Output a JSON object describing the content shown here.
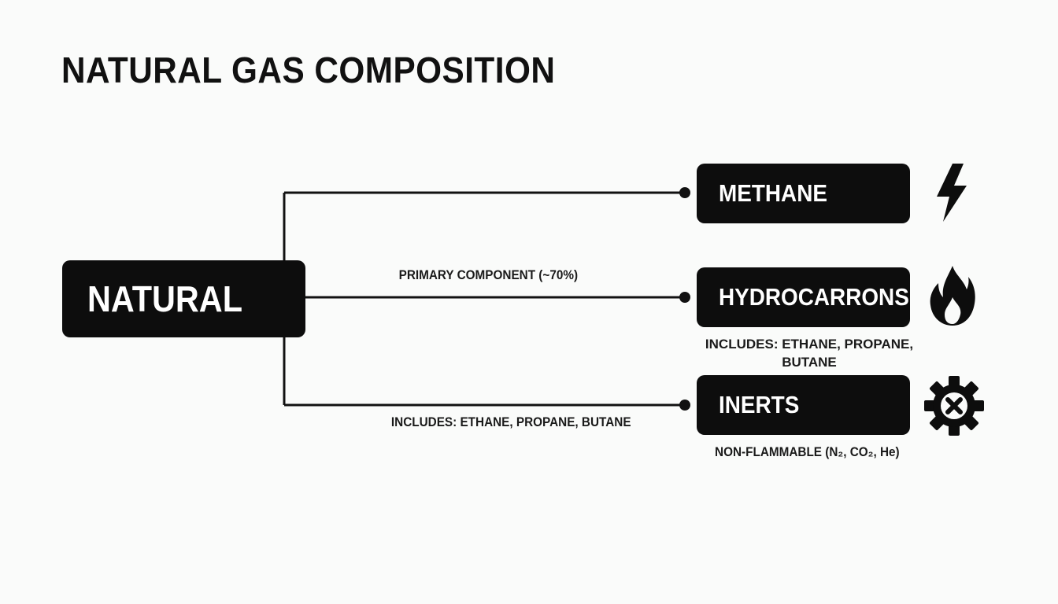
{
  "title": "NATURAL GAS COMPOSITION",
  "root": {
    "label": "NATURAL"
  },
  "nodes": [
    {
      "label": "METHANE",
      "icon": "lightning-bolt-icon"
    },
    {
      "label": "HYDROCARRONS",
      "icon": "flame-icon"
    },
    {
      "label": "INERTS",
      "icon": "gear-x-icon"
    }
  ],
  "connector_labels": {
    "primary": "PRIMARY COMPONENT (~70%)",
    "lower": "INCLUDES: ETHANE, PROPANE, BUTANE"
  },
  "node_notes": {
    "hydrocarbons": "INCLUDES: ETHANE, PROPANE, BUTANE",
    "inerts": "NON-FLAMMABLE (N₂, CO₂, He)"
  },
  "colors": {
    "background": "#fafbfa",
    "box_fill": "#0d0d0d",
    "box_text": "#ffffff",
    "line": "#111111"
  }
}
